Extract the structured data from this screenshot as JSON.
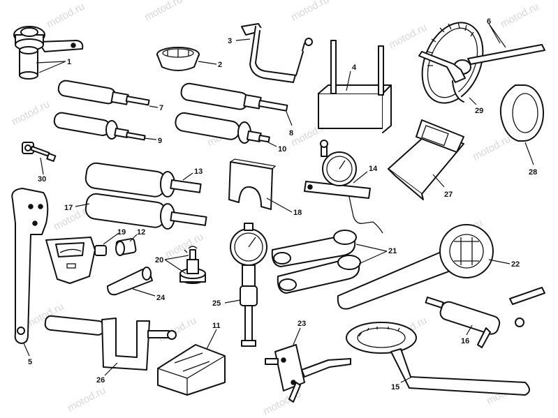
{
  "watermark": "motod.ru",
  "callouts": {
    "c1": "1",
    "c2": "2",
    "c3": "3",
    "c4": "4",
    "c5": "5",
    "c6": "6",
    "c7": "7",
    "c8": "8",
    "c9": "9",
    "c10": "10",
    "c11": "11",
    "c12": "12",
    "c13": "13",
    "c14": "14",
    "c15": "15",
    "c16": "16",
    "c17": "17",
    "c18": "18",
    "c19": "19",
    "c20": "20",
    "c21": "21",
    "c22": "22",
    "c23": "23",
    "c24": "24",
    "c25": "25",
    "c26": "26",
    "c27": "27",
    "c28": "28",
    "c29": "29",
    "c30": "30"
  }
}
